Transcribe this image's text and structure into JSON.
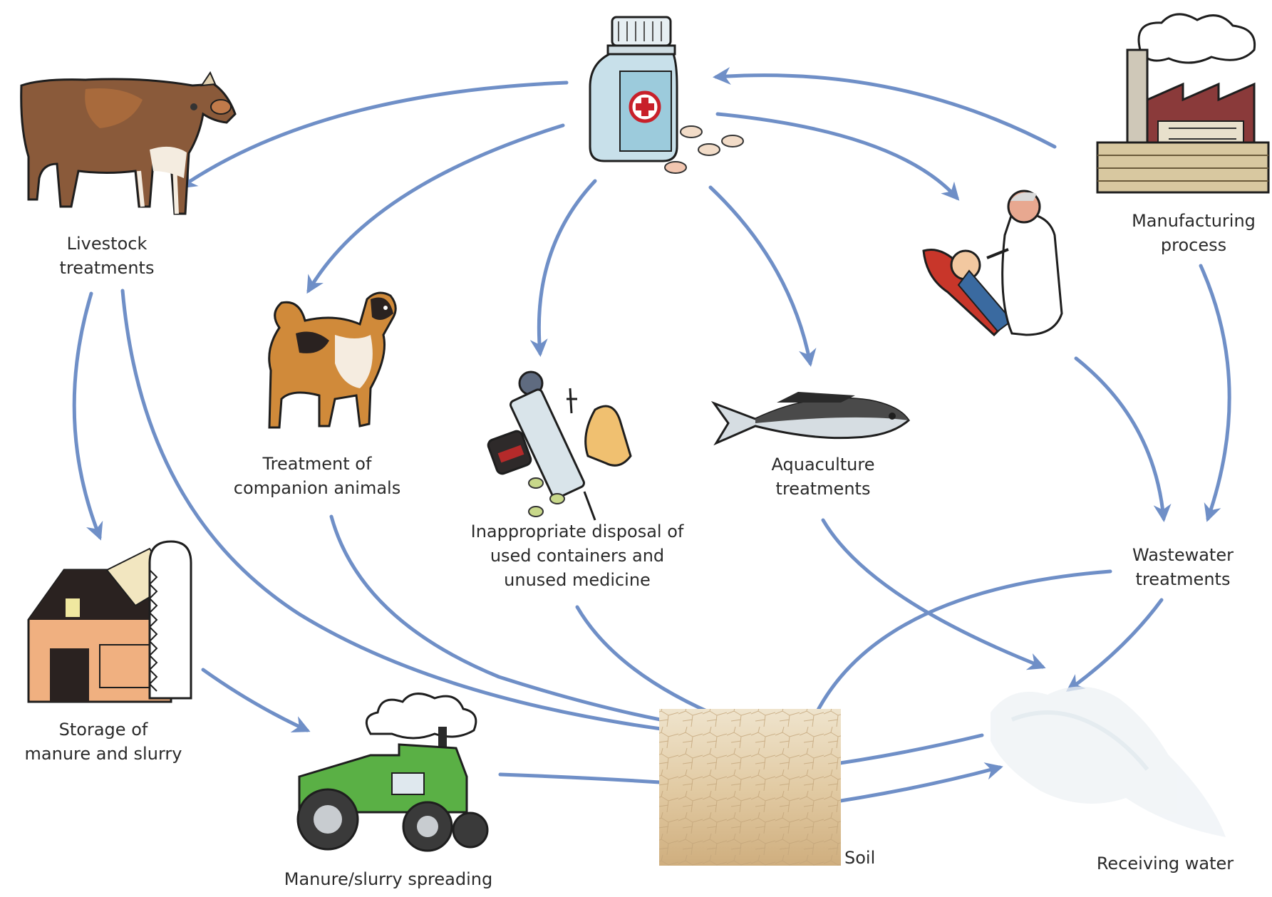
{
  "colors": {
    "arrow": "#6f8fc7",
    "label_text": "#2a2a2a",
    "soil": "#dcc39a",
    "water": "#e8eef3"
  },
  "nodes": {
    "medicine": {
      "icon": "medicine-bottle-with-pills"
    },
    "livestock": {
      "icon": "cow",
      "line1": "Livestock",
      "line2": "treatments"
    },
    "companion": {
      "icon": "dog",
      "line1": "Treatment of",
      "line2": "companion animals"
    },
    "disposal": {
      "icon": "syringe-pills-glove",
      "line1": "Inappropriate disposal of",
      "line2": "used containers and",
      "line3": "unused medicine"
    },
    "aquaculture": {
      "icon": "fish",
      "line1": "Aquaculture",
      "line2": "treatments"
    },
    "human": {
      "icon": "doctor-and-patient"
    },
    "manufacturing": {
      "icon": "factory",
      "line1": "Manufacturing",
      "line2": "process"
    },
    "wastewater": {
      "line1": "Wastewater",
      "line2": "treatments"
    },
    "storage": {
      "icon": "barn-and-silo",
      "line1": "Storage of",
      "line2": "manure and slurry"
    },
    "spreading": {
      "icon": "tractor",
      "line1": "Manure/slurry spreading"
    },
    "soil": {
      "icon": "soil-block",
      "label": "Soil"
    },
    "water": {
      "icon": "water-splash",
      "label": "Receiving water"
    }
  }
}
